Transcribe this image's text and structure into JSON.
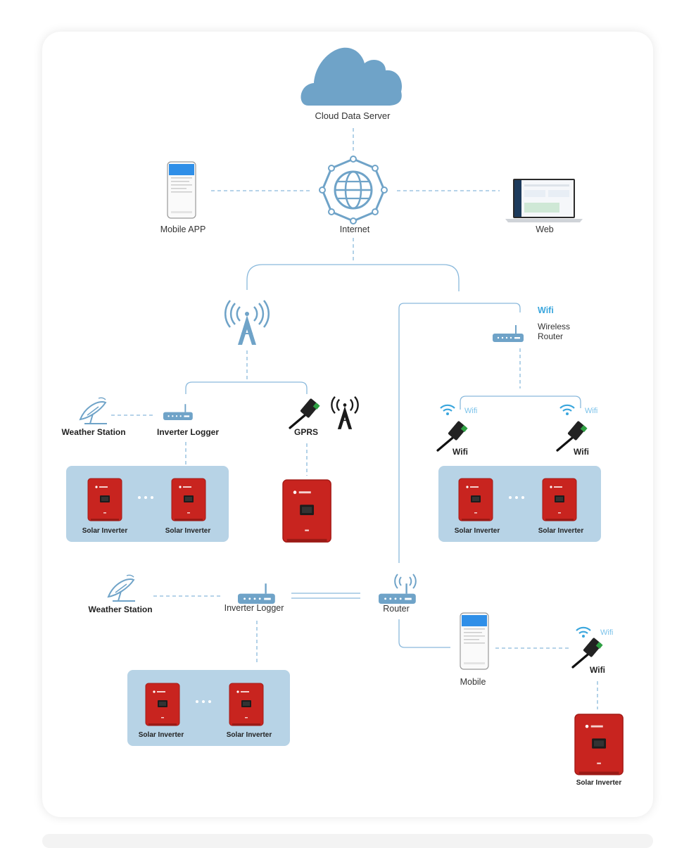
{
  "nodes": {
    "cloud": "Cloud Data Server",
    "internet": "Internet",
    "mobile_app": "Mobile APP",
    "web": "Web",
    "wifi_title": "Wifi",
    "wireless_router_line1": "Wireless",
    "wireless_router_line2": "Router",
    "weather_station_1": "Weather Station",
    "inverter_logger_1": "Inverter Logger",
    "gprs": "GPRS",
    "wifi_tag_1": "Wifi",
    "wifi_tag_2": "Wifi",
    "wifi_stick_1": "Wifi",
    "wifi_stick_2": "Wifi",
    "solar_inverter_a1": "Solar Inverter",
    "solar_inverter_a2": "Solar Inverter",
    "solar_inverter_b1": "Solar Inverter",
    "solar_inverter_b2": "Solar Inverter",
    "weather_station_2": "Weather Station",
    "inverter_logger_2": "Inverter Logger",
    "router": "Router",
    "mobile": "Mobile",
    "wifi_tag_3": "Wifi",
    "wifi_stick_3": "Wifi",
    "solar_inverter_c1": "Solar Inverter",
    "solar_inverter_c2": "Solar Inverter",
    "solar_inverter_d": "Solar Inverter"
  },
  "colors": {
    "line": "#8ab9dc",
    "icon_blue": "#6fa3c8",
    "panel": "#b7d3e6",
    "inverter_red": "#c8241f",
    "wifi_blue": "#3aa6dd"
  }
}
